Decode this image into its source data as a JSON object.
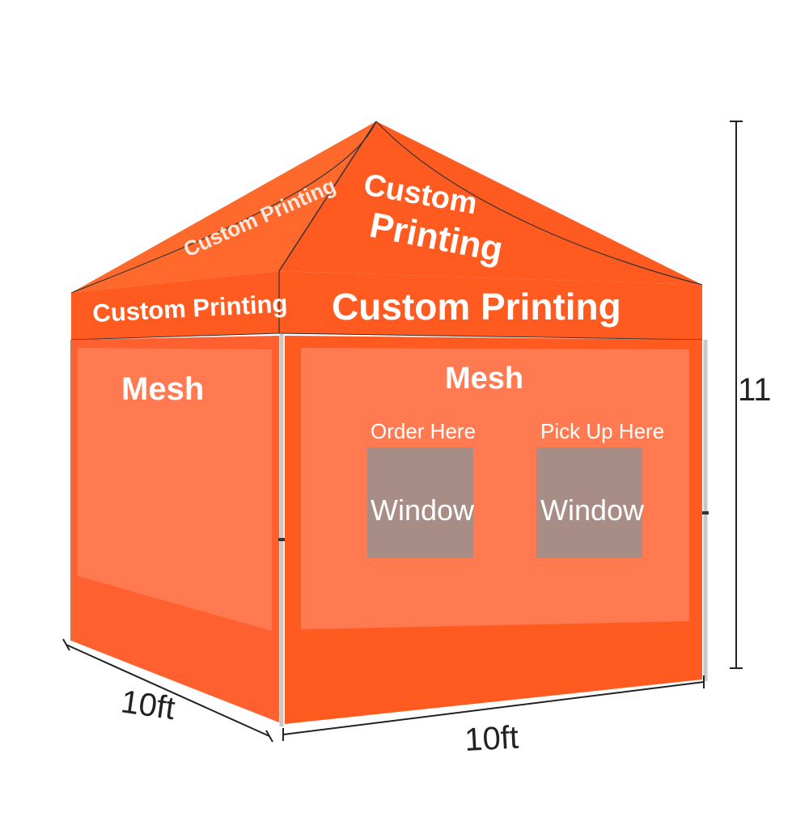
{
  "colors": {
    "canopy": "#FF5A1F",
    "canopy_dark": "#F04E14",
    "mesh": "#FF7A50",
    "window": "#A88D86",
    "frame": "#B9B9B9",
    "ink": "#222222"
  },
  "roof": {
    "front_text_line1": "Custom",
    "front_text_line2": "Printing",
    "left_text": "Custom Printing"
  },
  "valance": {
    "left_text": "Custom Printing",
    "front_text": "Custom Printing"
  },
  "left_wall": {
    "mesh_label": "Mesh"
  },
  "front_wall": {
    "mesh_label": "Mesh",
    "window_left_label": "Order  Here",
    "window_left_text": "Window",
    "window_right_label": "Pick Up Here",
    "window_right_text": "Window"
  },
  "dimensions": {
    "depth": "10ft",
    "width": "10ft",
    "height": "11"
  }
}
